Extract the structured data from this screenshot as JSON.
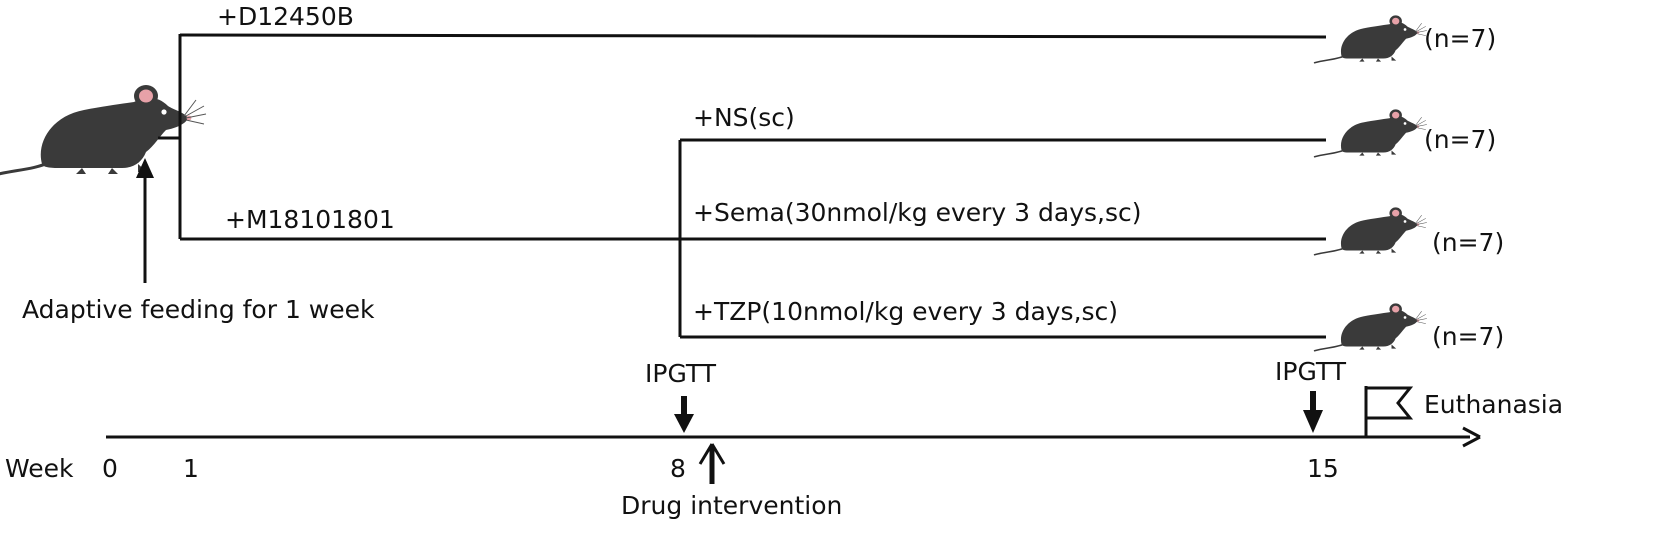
{
  "groups": {
    "control_diet": "+D12450B",
    "model_diet": "+M18101801",
    "ns": "+NS(sc)",
    "sema": "+Sema(30nmol/kg every 3 days,sc)",
    "tzp": "+TZP(10nmol/kg every 3 days,sc)"
  },
  "counts": {
    "control": "(n=7)",
    "ns": "(n=7)",
    "sema": "(n=7)",
    "tzp": "(n=7)"
  },
  "events": {
    "adaptive": "Adaptive feeding for 1 week",
    "ipgtt_1": "IPGTT",
    "ipgtt_2": "IPGTT",
    "drug": "Drug intervention",
    "euthanasia": "Euthanasia"
  },
  "timeline": {
    "label": "Week",
    "ticks": [
      "0",
      "1",
      "8",
      "15"
    ]
  },
  "icons": {
    "mouse": "mouse-icon",
    "flag": "flag-icon",
    "arrow": "arrow-icon"
  },
  "colors": {
    "mouse_body": "#3a3a3a",
    "mouse_ear": "#e7a1a8",
    "line": "#111111"
  }
}
